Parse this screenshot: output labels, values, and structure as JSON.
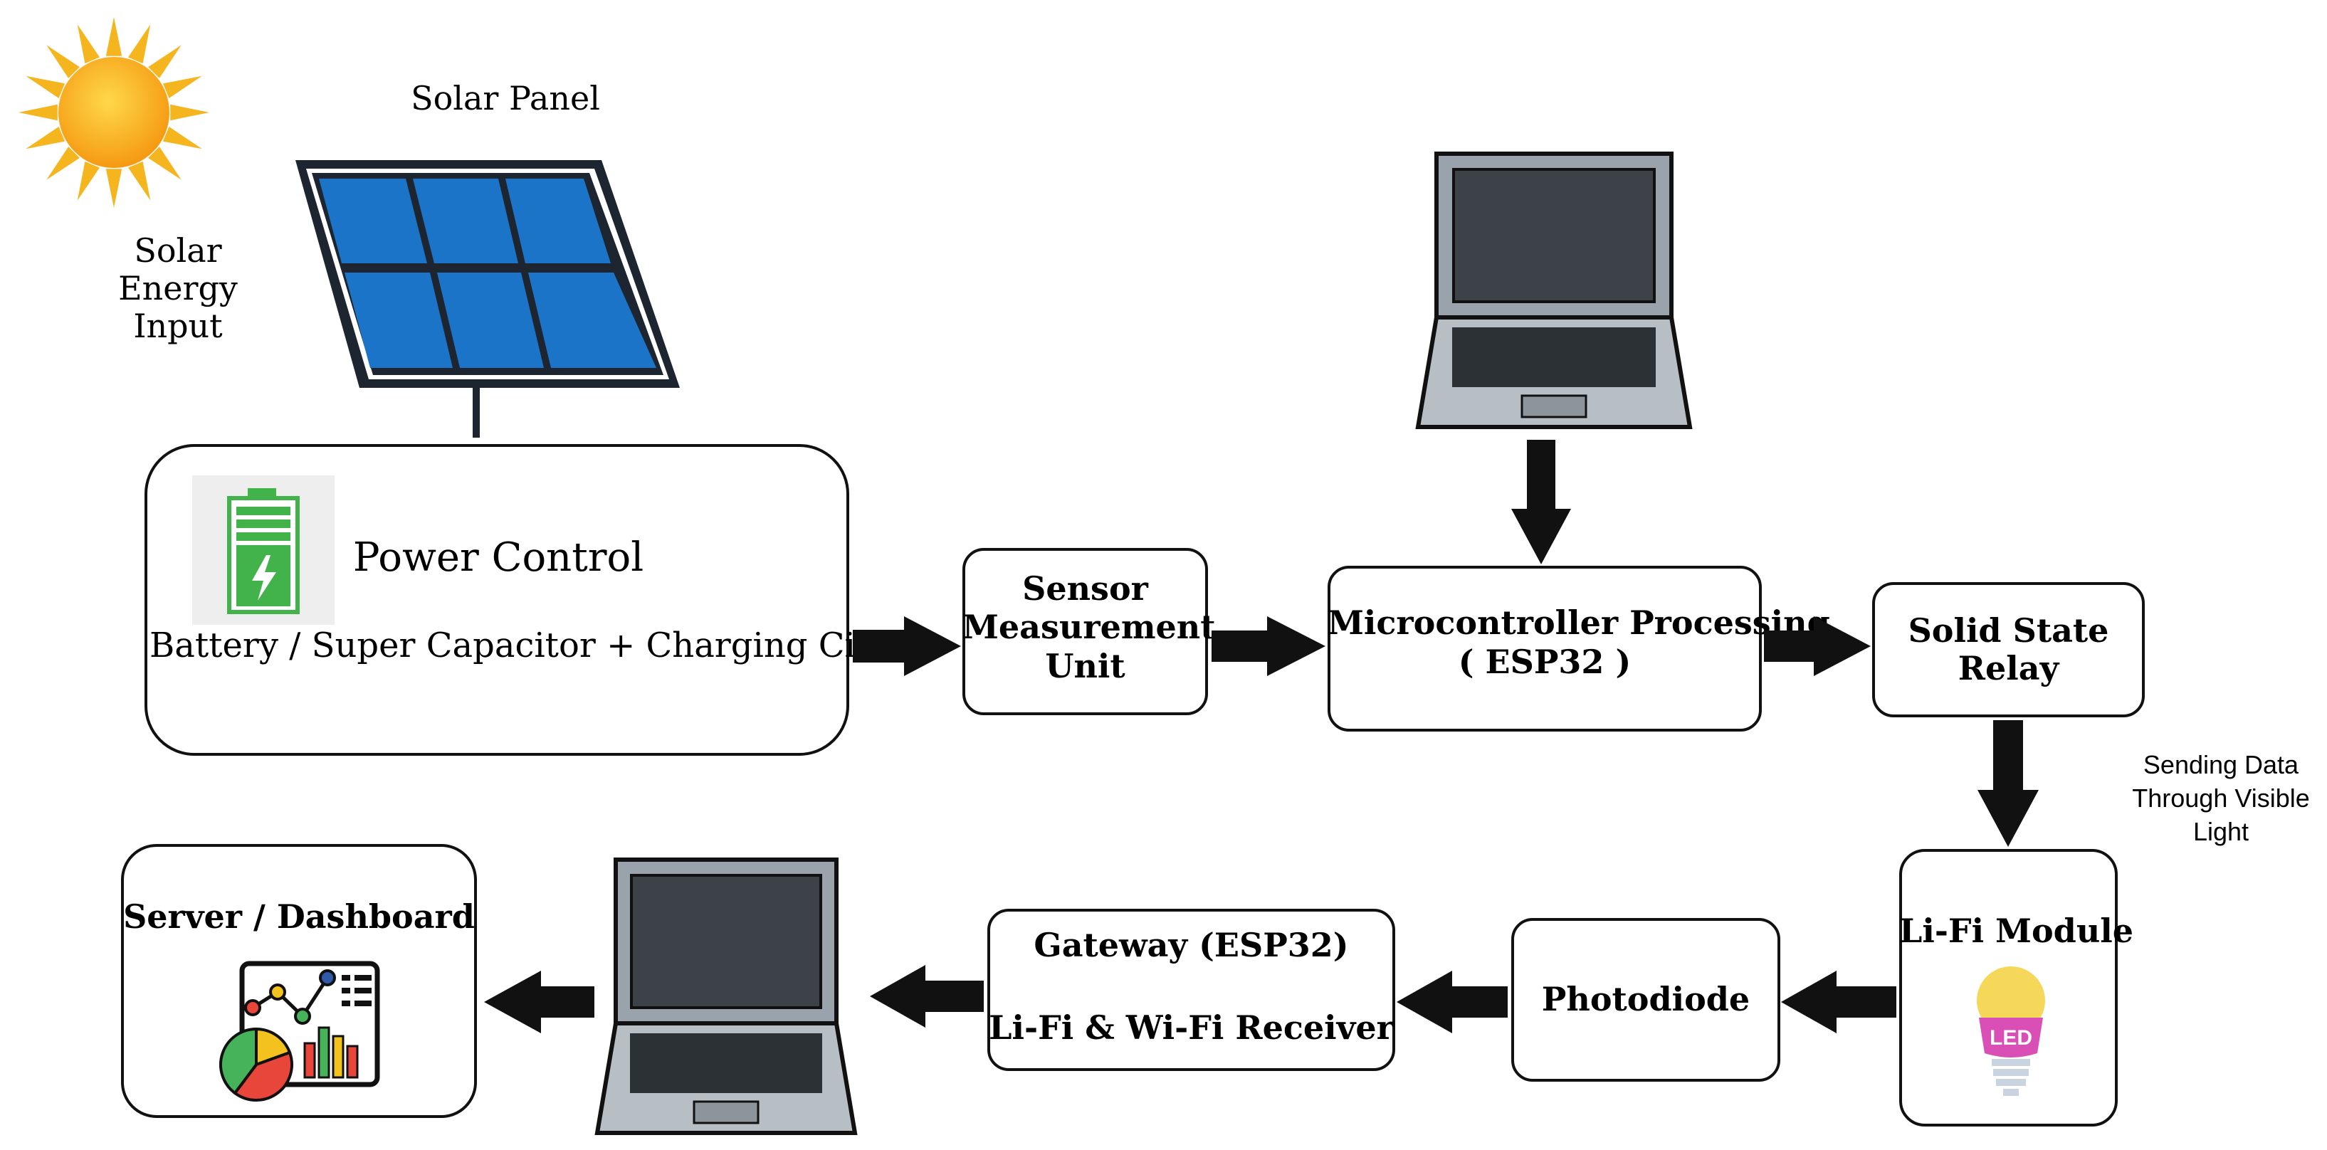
{
  "solar": {
    "input_lines": [
      "Solar",
      "Energy",
      "Input"
    ],
    "panel_label": "Solar Panel"
  },
  "power": {
    "title": "Power Control",
    "subtitle": "Battery / Super Capacitor + Charging Circuit"
  },
  "sensor": {
    "lines": [
      "Sensor",
      "Measurement",
      "Unit"
    ]
  },
  "mcu": {
    "lines": [
      "Microcontroller Processing",
      "( ESP32  )"
    ]
  },
  "relay": {
    "lines": [
      "Solid State",
      "Relay"
    ]
  },
  "vlc_note": {
    "lines": [
      "Sending Data",
      "Through Visible",
      "Light"
    ]
  },
  "lifi": {
    "title": "Li-Fi Module",
    "led_text": "LED"
  },
  "photodiode": {
    "label": "Photodiode"
  },
  "gateway": {
    "title": "Gateway (ESP32)",
    "subtitle": "Li-Fi & Wi-Fi  Receiver"
  },
  "server": {
    "title": "Server / Dashboard"
  },
  "colors": {
    "sun_core": "#f7a41d",
    "sun_ray": "#f5b51f",
    "panel_cell": "#1c74c8",
    "battery_green": "#42b34a",
    "led_yellow": "#f5d75a",
    "led_pink": "#d94fb6",
    "chart_red": "#e8463a",
    "chart_green": "#46b35a",
    "chart_yellow": "#f4c21f",
    "chart_blue": "#2f5aa8"
  },
  "icons": [
    "sun-icon",
    "solar-panel-icon",
    "battery-icon",
    "laptop-icon",
    "led-bulb-icon",
    "dashboard-chart-icon"
  ]
}
